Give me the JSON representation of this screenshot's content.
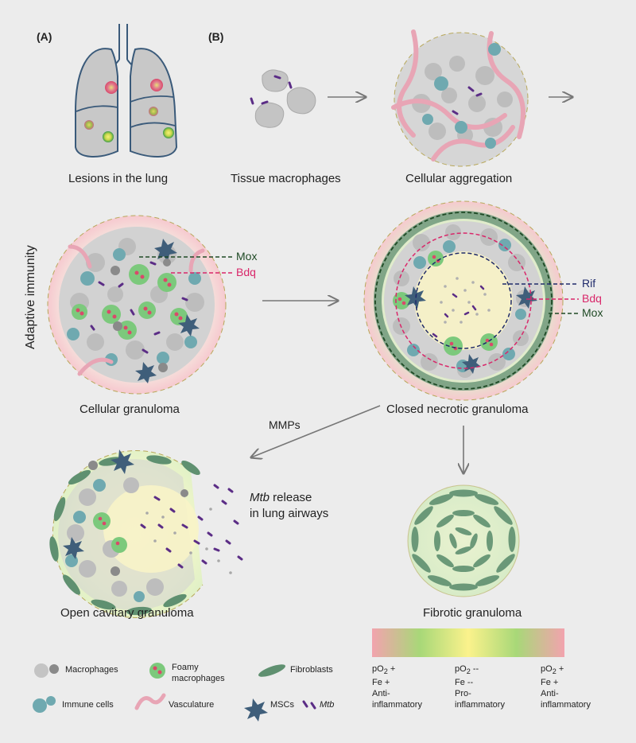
{
  "panels": {
    "a": "(A)",
    "b": "(B)"
  },
  "side_label": "Adaptive immunity",
  "captions": {
    "lung": "Lesions in the lung",
    "tissue_macrophages": "Tissue macrophages",
    "cellular_aggregation": "Cellular aggregation",
    "cellular_granuloma": "Cellular granuloma",
    "closed_necrotic": "Closed necrotic granuloma",
    "open_cavitary": "Open cavitary granuloma",
    "fibrotic": "Fibrotic granuloma"
  },
  "arrow_labels": {
    "mmps": "MMPs"
  },
  "mtb_release": {
    "italic": "Mtb",
    "rest": " release",
    "line2": "in lung airways"
  },
  "drugs": {
    "cellular": [
      {
        "name": "Mox",
        "color": "#1f4a25"
      },
      {
        "name": "Bdq",
        "color": "#d9276a"
      }
    ],
    "necrotic": [
      {
        "name": "Rif",
        "color": "#1f2a6b"
      },
      {
        "name": "Bdq",
        "color": "#d9276a"
      },
      {
        "name": "Mox",
        "color": "#1f4a25"
      }
    ]
  },
  "gradient": {
    "colors": [
      "#f2a3ae",
      "#a8d878",
      "#fbf28c",
      "#a8d878",
      "#f2a3ae"
    ],
    "labels": [
      {
        "po2_base": "pO",
        "po2_sub": "2",
        "po2_sign": " +",
        "fe": "Fe +",
        "inflam": "Anti-\ninflammatory"
      },
      {
        "po2_base": "pO",
        "po2_sub": "2",
        "po2_sign": " --",
        "fe": "Fe --",
        "inflam": "Pro-\ninflammatory"
      },
      {
        "po2_base": "pO",
        "po2_sub": "2",
        "po2_sign": " +",
        "fe": "Fe +",
        "inflam": "Anti-\ninflammatory"
      }
    ]
  },
  "legend": {
    "macrophages": "Macrophages",
    "foamy": "Foamy\nmacrophages",
    "fibroblasts": "Fibroblasts",
    "immune": "Immune cells",
    "vasculature": "Vasculature",
    "mscs": "MSCs",
    "mtb": "Mtb"
  },
  "colors": {
    "macrophage": "#c4c4c4",
    "immune": "#6fa9b0",
    "foamy": "#7cc97c",
    "foamy_dot": "#d9496b",
    "vasculature": "#e8a5b5",
    "msc": "#3f5e7a",
    "mtb": "#5b2d86",
    "fibroblast": "#5f9070",
    "lung": "#c8c8c8",
    "lung_outline": "#3a5a7a"
  }
}
